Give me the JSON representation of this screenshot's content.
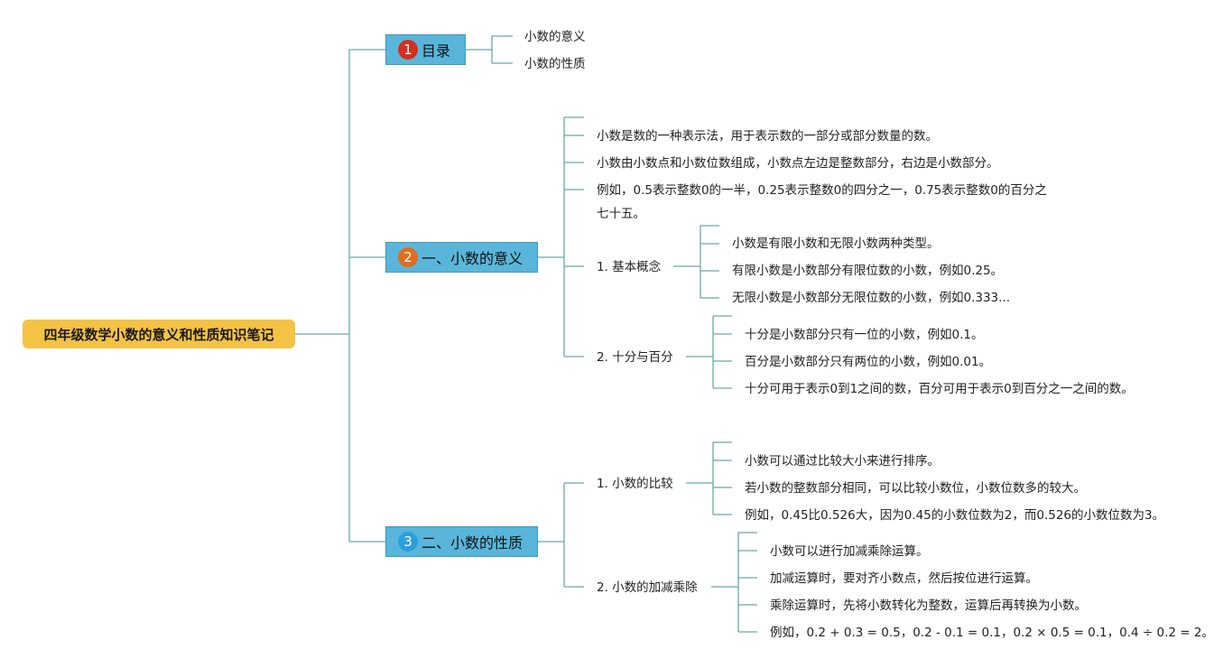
{
  "root": {
    "title": "四年级数学小数的意义和性质知识笔记"
  },
  "branches": [
    {
      "num": "1",
      "badge_color": "#d2301f",
      "label": "目录",
      "items": [
        "小数的意义",
        "小数的性质"
      ]
    },
    {
      "num": "2",
      "badge_color": "#e36c1d",
      "label": "一、小数的意义",
      "items": [
        "小数是数的一种表示法，用于表示数的一部分或部分数量的数。",
        "小数由小数点和小数位数组成，小数点左边是整数部分，右边是小数部分。",
        "例如，0.5表示整数0的一半，0.25表示整数0的四分之一，0.75表示整数0的百分之七十五。"
      ],
      "subs": [
        {
          "label": "1. 基本概念",
          "items": [
            "小数是有限小数和无限小数两种类型。",
            "有限小数是小数部分有限位数的小数，例如0.25。",
            "无限小数是小数部分无限位数的小数，例如0.333..."
          ]
        },
        {
          "label": "2. 十分与百分",
          "items": [
            "十分是小数部分只有一位的小数，例如0.1。",
            "百分是小数部分只有两位的小数，例如0.01。",
            "十分可用于表示0到1之间的数，百分可用于表示0到百分之一之间的数。"
          ]
        }
      ]
    },
    {
      "num": "3",
      "badge_color": "#2a9fe0",
      "label": "二、小数的性质",
      "subs": [
        {
          "label": "1. 小数的比较",
          "items": [
            "小数可以通过比较大小来进行排序。",
            "若小数的整数部分相同，可以比较小数位，小数位数多的较大。",
            "例如，0.45比0.526大，因为0.45的小数位数为2，而0.526的小数位数为3。"
          ]
        },
        {
          "label": "2. 小数的加减乘除",
          "items": [
            "小数可以进行加减乘除运算。",
            "加减运算时，要对齐小数点，然后按位进行运算。",
            "乘除运算时，先将小数转化为整数，运算后再转换为小数。",
            "例如，0.2 + 0.3 = 0.5，0.2 - 0.1 = 0.1，0.2 × 0.5 = 0.1，0.4 ÷ 0.2 = 2。"
          ]
        }
      ]
    }
  ],
  "colors": {
    "line": "#6aa9a5",
    "root": "#f4c245",
    "main": "#59b6da"
  }
}
